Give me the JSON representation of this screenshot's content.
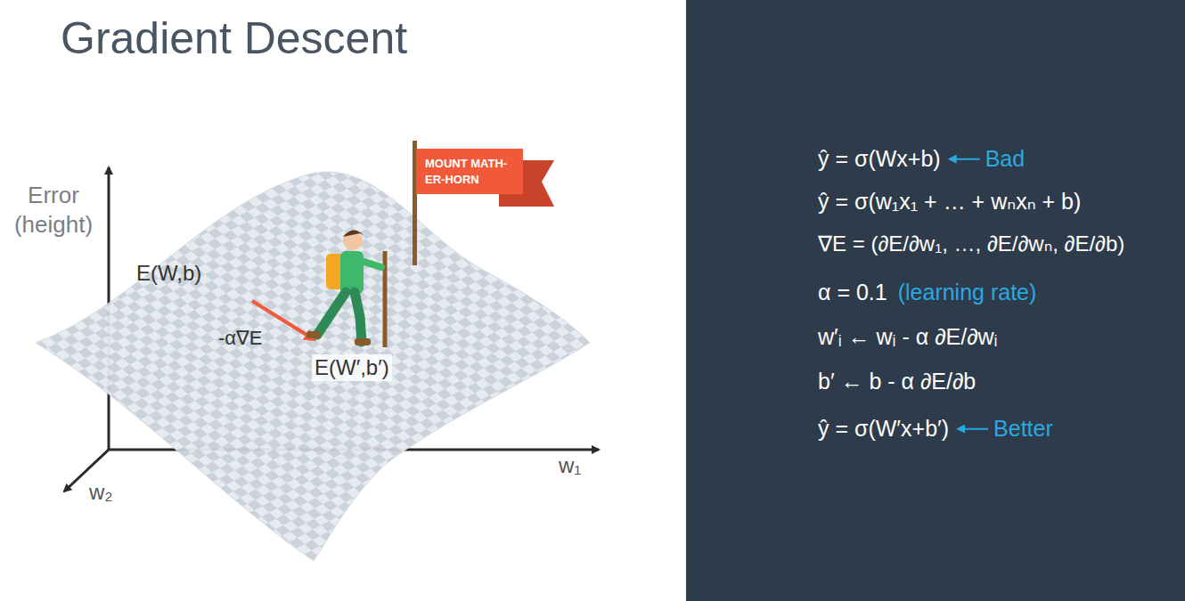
{
  "diagram": {
    "title": "Gradient Descent",
    "nodes": [
      {
        "text": [
          "MOUNT MATH-ER-HORN"
        ]
      }
    ],
    "labels": [
      "Error (height)",
      "E(W,b)",
      "-α∇E",
      "E(W′,b′)",
      "w₁",
      "w₂",
      "ŷ = σ(Wx+b)",
      "Bad",
      "ŷ = σ(w₁x₁ + … + wₙxₙ + b)",
      "∇E = (∂E/∂w₁, …, ∂E/∂wₙ, ∂E/∂b)",
      "α = 0.1",
      "(learning rate)",
      "w′ᵢ ← wᵢ - α ∂E/∂wᵢ",
      "b′ ← b - α ∂E/∂b",
      "ŷ = σ(W′x+b′)",
      "Better"
    ]
  }
}
